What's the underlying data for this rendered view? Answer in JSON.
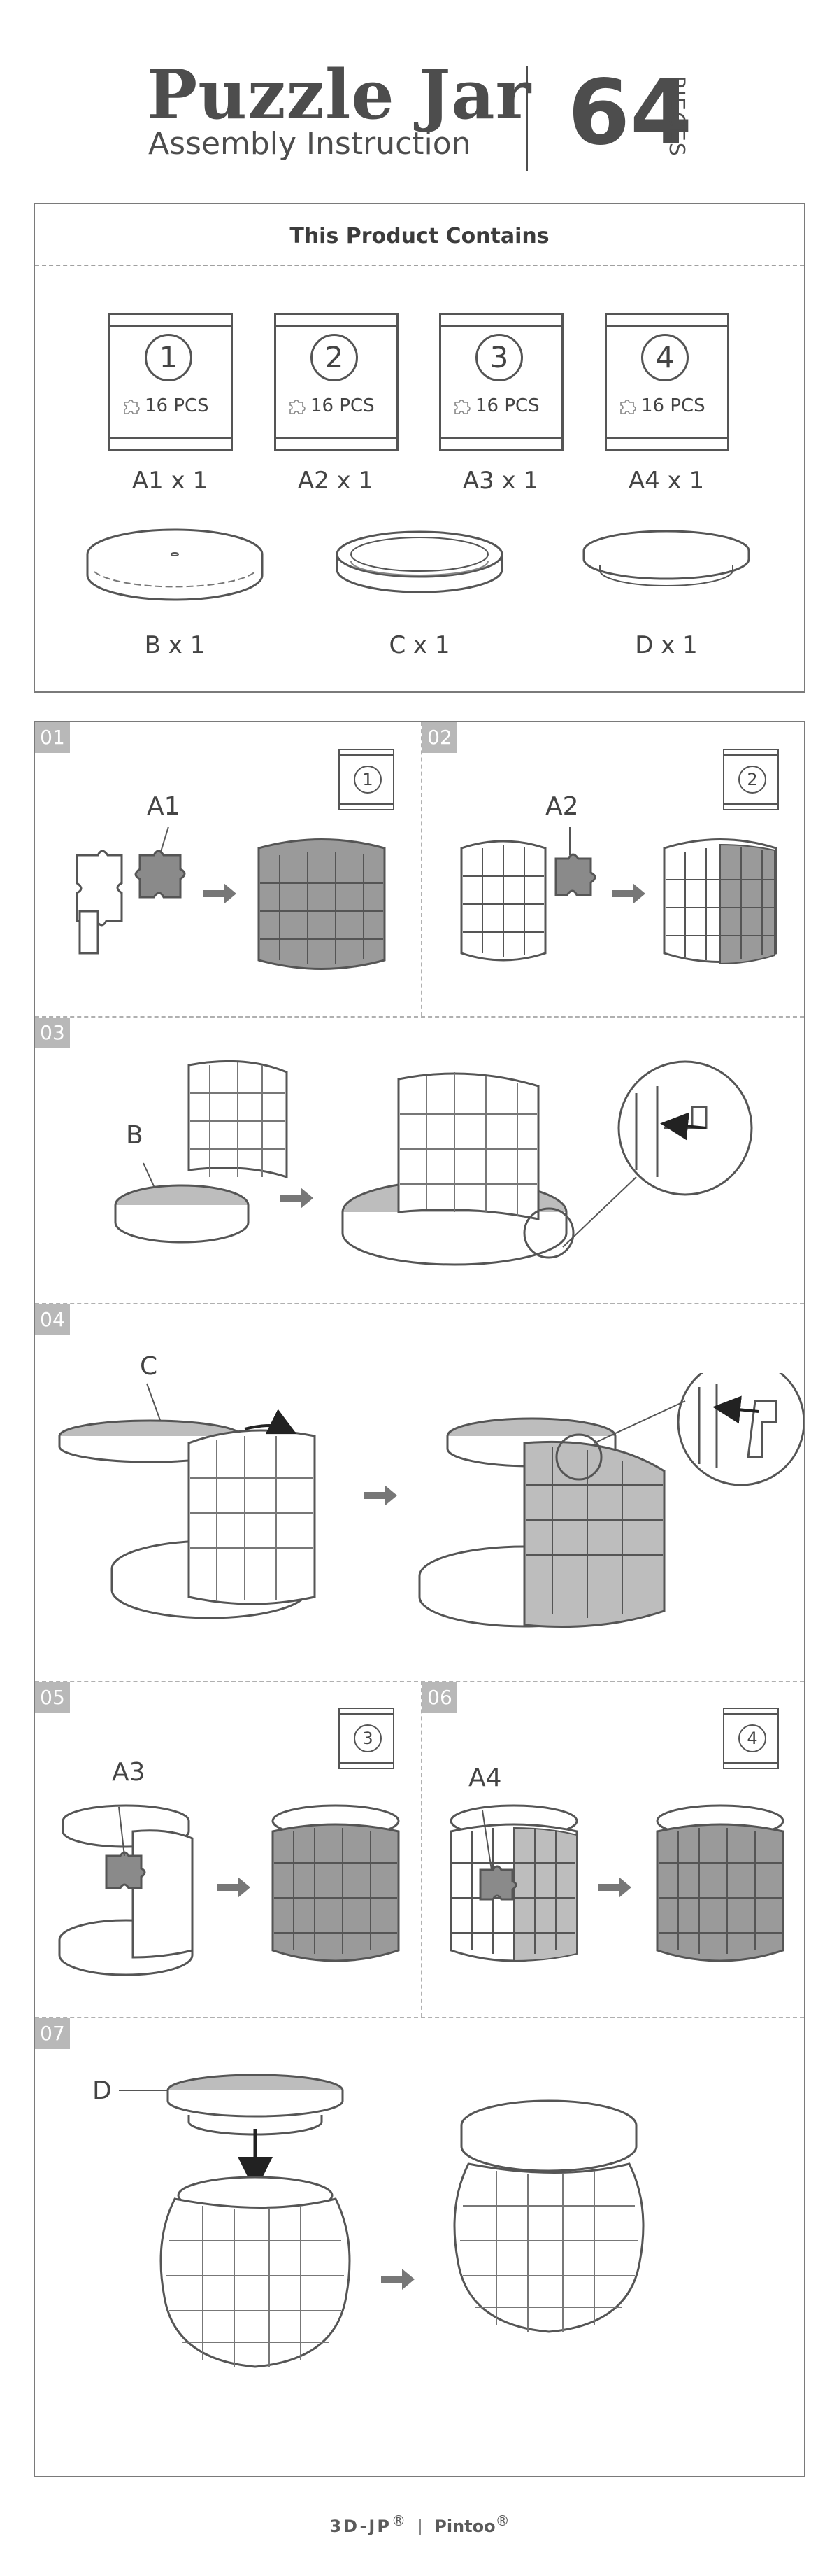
{
  "header": {
    "title": "Puzzle Jar",
    "subtitle": "Assembly Instruction",
    "piece_count": "64",
    "pieces_word": "PIECES"
  },
  "contents": {
    "title": "This Product Contains",
    "bags": [
      {
        "num": "1",
        "pcs": "16 PCS",
        "label": "A1 x 1"
      },
      {
        "num": "2",
        "pcs": "16 PCS",
        "label": "A2 x 1"
      },
      {
        "num": "3",
        "pcs": "16 PCS",
        "label": "A3 x 1"
      },
      {
        "num": "4",
        "pcs": "16 PCS",
        "label": "A4 x 1"
      }
    ],
    "parts": [
      {
        "label": "B x 1"
      },
      {
        "label": "C x 1"
      },
      {
        "label": "D x 1"
      }
    ]
  },
  "steps": [
    {
      "tag": "01",
      "bag": "1",
      "callout": "A1"
    },
    {
      "tag": "02",
      "bag": "2",
      "callout": "A2"
    },
    {
      "tag": "03",
      "callout": "B"
    },
    {
      "tag": "04",
      "callout": "C"
    },
    {
      "tag": "05",
      "bag": "3",
      "callout": "A3"
    },
    {
      "tag": "06",
      "bag": "4",
      "callout": "A4"
    },
    {
      "tag": "07",
      "callout": "D"
    }
  ],
  "footer": {
    "brand1": "3D-JP",
    "brand1_mark": "®",
    "brand2": "Pintoo",
    "brand2_mark": "®"
  }
}
